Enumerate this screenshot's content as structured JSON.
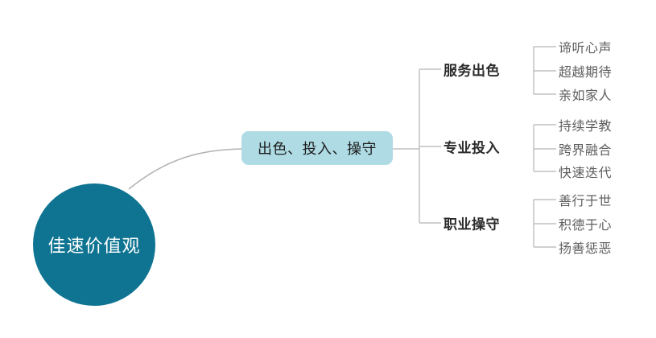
{
  "diagram": {
    "type": "mind-map",
    "title": "佳速价值观",
    "colors": {
      "root_fill": "#0e7492",
      "root_text": "#ffffff",
      "trunk_fill": "#aedbe4",
      "trunk_text": "#1c1c1c",
      "branch_text": "#2b2b2b",
      "leaf_text": "#5e5e5e",
      "connector": "#b3b3b3",
      "background": "#ffffff"
    },
    "root": {
      "label": "佳速价值观"
    },
    "trunk": {
      "label": "出色、投入、操守"
    },
    "branches": [
      {
        "label": "服务出色",
        "leaves": [
          "谛听心声",
          "超越期待",
          "亲如家人"
        ]
      },
      {
        "label": "专业投入",
        "leaves": [
          "持续学教",
          "跨界融合",
          "快速迭代"
        ]
      },
      {
        "label": "职业操守",
        "leaves": [
          "善行于世",
          "积德于心",
          "扬善惩恶"
        ]
      }
    ]
  }
}
